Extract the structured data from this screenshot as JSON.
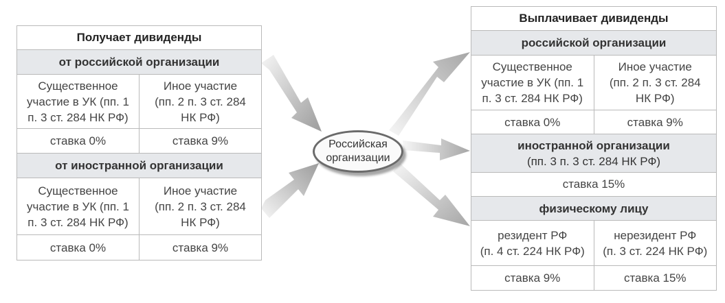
{
  "center": {
    "line1": "Российская",
    "line2": "организации"
  },
  "left": {
    "title": "Получает дивиденды",
    "sections": [
      {
        "header": "от российской организации",
        "cells": [
          "Существенное\nучастие в УК  (пп. 1\nп. 3 ст. 284 НК РФ)",
          "Иное участие\n(пп. 2 п. 3 ст. 284\nНК РФ)"
        ],
        "rates": [
          "ставка 0%",
          "ставка 9%"
        ]
      },
      {
        "header": "от иностранной организации",
        "cells": [
          "Существенное\nучастие в УК (пп. 1\nп. 3 ст. 284 НК РФ)",
          "Иное участие\n(пп. 2 п. 3 ст. 284\nНК РФ)"
        ],
        "rates": [
          "ставка 0%",
          "ставка 9%"
        ]
      }
    ]
  },
  "right": {
    "title": "Выплачивает дивиденды",
    "russian": {
      "header": "российской организации",
      "cells": [
        "Существенное\nучастие в УК (пп. 1\nп. 3 ст. 284 НК РФ)",
        "Иное участие\n(пп. 2 п. 3 ст. 284\nНК РФ)"
      ],
      "rates": [
        "ставка 0%",
        "ставка 9%"
      ]
    },
    "foreign": {
      "header": "иностранной организации",
      "subheader": "(пп. 3 п. 3 ст. 284 НК РФ)",
      "rate": "ставка 15%"
    },
    "individual": {
      "header": "физическому лицу",
      "cells": [
        "резидент РФ\n(п. 4 ст. 224 НК РФ)",
        "нерезидент РФ\n(п. 3 ст. 224 НК РФ)"
      ],
      "rates": [
        "ставка 9%",
        "ставка 15%"
      ]
    }
  },
  "colors": {
    "arrow_light": "#f4f4f4",
    "arrow_dark": "#9a9a9a",
    "band": "#e6e8eb",
    "border": "#b9b9b9"
  }
}
